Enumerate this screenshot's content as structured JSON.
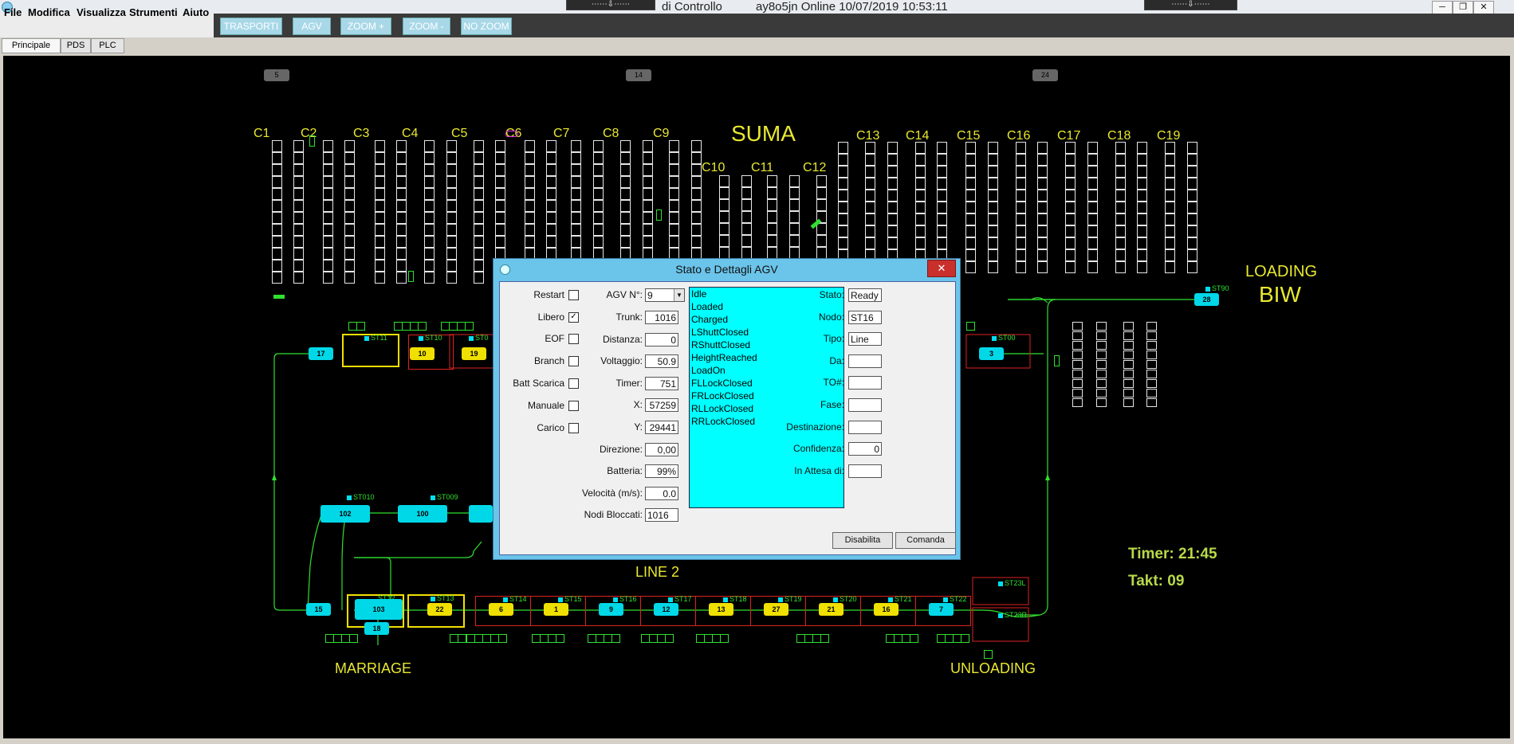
{
  "titlebar": {
    "title_left": "di Controllo",
    "title_right": "ay8o5jn Online 10/07/2019 10:53:11",
    "window_minimize": "─",
    "window_restore": "❐",
    "window_close": "✕"
  },
  "menu": {
    "items": [
      "File",
      "Modifica",
      "Visualizza",
      "Strumenti",
      "Aiuto"
    ],
    "tools": [
      "TRASPORTI",
      "AGV",
      "ZOOM +",
      "ZOOM -",
      "NO ZOOM"
    ]
  },
  "tabs": [
    "Principale",
    "PDS",
    "PLC"
  ],
  "map": {
    "top_badges": [
      "5",
      "14",
      "24"
    ],
    "columns_top": [
      "C1",
      "C2",
      "C3",
      "C4",
      "C5",
      "C6",
      "C7",
      "C8",
      "C9"
    ],
    "columns_mid": [
      "C10",
      "C11",
      "C12"
    ],
    "columns_right": [
      "C13",
      "C14",
      "C15",
      "C16",
      "C17",
      "C18",
      "C19"
    ],
    "area_suma": "SUMA",
    "area_loading": "LOADING",
    "area_biw": "BIW",
    "area_line2": "LINE 2",
    "area_marriage": "MARRIAGE",
    "area_unloading": "UNLOADING",
    "timer": "Timer: 21:45",
    "takt": "Takt: 09",
    "stations_upper": [
      {
        "name": "ST11"
      },
      {
        "name": "ST10",
        "agv": "10"
      },
      {
        "name": "ST0",
        "agv": "19"
      }
    ],
    "station_st00": {
      "name": "ST00",
      "agv": "3"
    },
    "station_st90": {
      "name": "ST90",
      "agv": "28"
    },
    "agv_17": "17",
    "stations_mid": [
      {
        "name": "ST010",
        "agv": "102"
      },
      {
        "name": "ST009",
        "agv": "100"
      }
    ],
    "stations_lower": [
      {
        "name": "ST14",
        "agv": "6"
      },
      {
        "name": "ST15",
        "agv": "1"
      },
      {
        "name": "ST16",
        "agv": "9"
      },
      {
        "name": "ST17",
        "agv": "12"
      },
      {
        "name": "ST18",
        "agv": "13"
      },
      {
        "name": "ST19",
        "agv": "27"
      },
      {
        "name": "ST20",
        "agv": "21"
      },
      {
        "name": "ST21",
        "agv": "16"
      },
      {
        "name": "ST22",
        "agv": "7"
      }
    ],
    "lower_left": {
      "agv15": "15",
      "agv103": "103",
      "agv18": "18",
      "st13": "ST13",
      "agv22": "22",
      "st12": "ST12"
    },
    "st23l": "ST23L",
    "st23r": "ST23R"
  },
  "dialog": {
    "title": "Stato e Dettagli AGV",
    "close": "✕",
    "checkboxes": [
      {
        "label": "Restart",
        "checked": ""
      },
      {
        "label": "Libero",
        "checked": "✓"
      },
      {
        "label": "EOF",
        "checked": ""
      },
      {
        "label": "Branch",
        "checked": ""
      },
      {
        "label": "Batt Scarica",
        "checked": ""
      },
      {
        "label": "Manuale",
        "checked": ""
      },
      {
        "label": "Carico",
        "checked": ""
      }
    ],
    "agv_label": "AGV N°:",
    "agv_value": "9",
    "fields_mid": [
      {
        "label": "Trunk:",
        "value": "1016"
      },
      {
        "label": "Distanza:",
        "value": "0"
      },
      {
        "label": "Voltaggio:",
        "value": "50.9"
      },
      {
        "label": "Timer:",
        "value": "751"
      },
      {
        "label": "X:",
        "value": "57259"
      },
      {
        "label": "Y:",
        "value": "29441"
      },
      {
        "label": "Direzione:",
        "value": "0,00"
      },
      {
        "label": "Batteria:",
        "value": "99%"
      },
      {
        "label": "Velocità (m/s):",
        "value": "0.0"
      },
      {
        "label": "Nodi Bloccati:",
        "value": "1016"
      }
    ],
    "status_list": [
      "Idle",
      "Loaded",
      "Charged",
      "LShuttClosed",
      "RShuttClosed",
      "HeightReached",
      "LoadOn",
      "FLLockClosed",
      "FRLockClosed",
      "RLLockClosed",
      "RRLockClosed"
    ],
    "fields_right": [
      {
        "label": "Stato:",
        "value": "Ready"
      },
      {
        "label": "Nodo:",
        "value": "ST16"
      },
      {
        "label": "Tipo:",
        "value": "Line"
      },
      {
        "label": "Da:",
        "value": ""
      },
      {
        "label": "TO#:",
        "value": ""
      },
      {
        "label": "Fase:",
        "value": ""
      },
      {
        "label": "Destinazione:",
        "value": ""
      },
      {
        "label": "Confidenza:",
        "value": "0"
      },
      {
        "label": "In Attesa di:",
        "value": ""
      }
    ],
    "btn_disable": "Disabilita",
    "btn_command": "Comanda"
  }
}
